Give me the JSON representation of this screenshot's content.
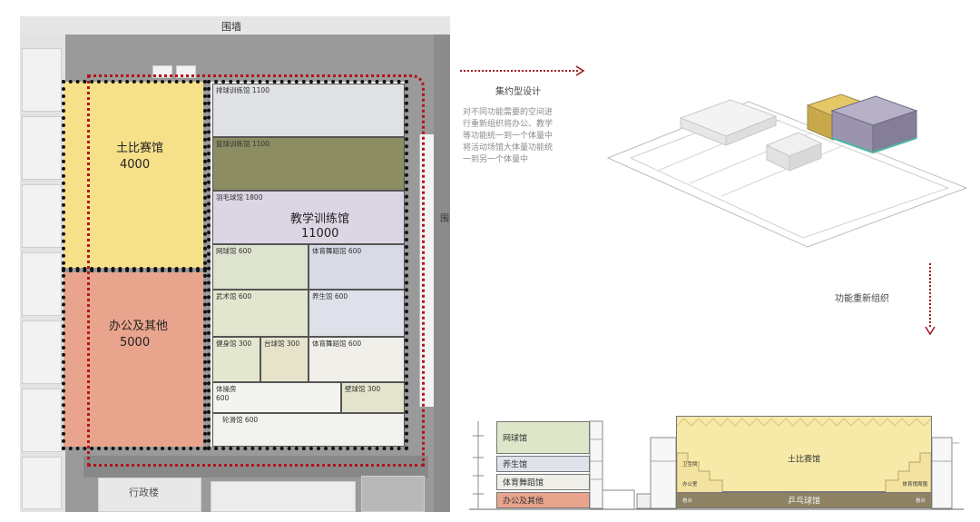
{
  "site_plan": {
    "top_wall_label": "围墙",
    "right_edge_label": "围",
    "bottom_building_label": "行政楼",
    "zones": [
      {
        "name": "土比赛馆",
        "area": "4000"
      },
      {
        "name": "办公及其他",
        "area": "5000"
      },
      {
        "name": "教学训练馆",
        "area": "11000"
      }
    ],
    "rooms": [
      {
        "label": "排球训练馆 1100"
      },
      {
        "label": "篮球训练馆 1100"
      },
      {
        "label": "羽毛球馆 1800"
      },
      {
        "label": "网球馆 600"
      },
      {
        "label": "体育舞蹈馆 600"
      },
      {
        "label": "武术馆 600"
      },
      {
        "label": "养生馆 600"
      },
      {
        "label": "健身馆 300"
      },
      {
        "label": "台球馆 300"
      },
      {
        "label": "体育舞蹈馆 600"
      },
      {
        "label": "体操房"
      },
      {
        "label": "600"
      },
      {
        "label": "壁球馆 300"
      },
      {
        "label": "轮滑馆 600"
      }
    ]
  },
  "annotations": {
    "concept_title": "集约型设计",
    "concept_text": [
      "对不同功能需要的空间进",
      "行重新组织将办公、教学",
      "等功能统一到一个体量中",
      "将活动场馆大体量功能统",
      "一到另一个体量中"
    ],
    "reorganize_label": "功能重新组织"
  },
  "section": {
    "left_rooms": [
      "网球馆",
      "养生馆",
      "体育舞蹈馆",
      "办公及其他"
    ],
    "main_hall": "土比赛馆",
    "bottom_hall": "乒乓球馆",
    "small_labels": [
      "卫生间",
      "办公室",
      "体育馆周围",
      "看台",
      "看台"
    ]
  },
  "colors": {
    "red_outline": "#b3141c",
    "yellow_zone": "#f7e08a",
    "salmon_zone": "#e9a48d",
    "purple_zone": "#dcd6e4"
  }
}
